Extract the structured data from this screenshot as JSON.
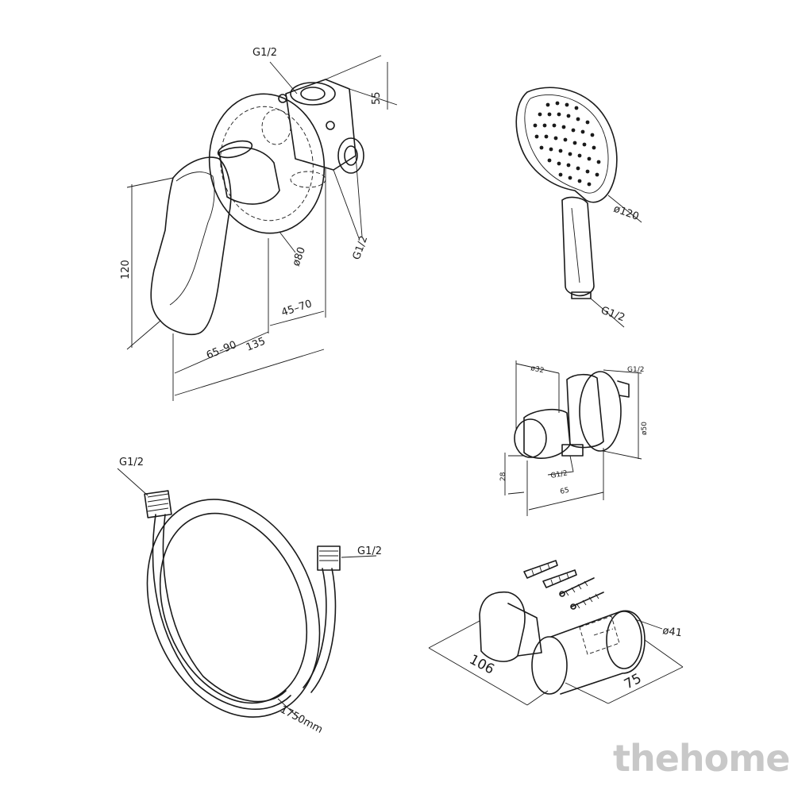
{
  "mixer": {
    "inlet_top": "G1/2",
    "inlet_side": "G1/2",
    "dim_depth": "55",
    "dim_height": "120",
    "dim_flange": "ø80",
    "dim_body": "45–70",
    "dim_handle": "65–90",
    "dim_total": "135"
  },
  "hand_shower": {
    "diameter": "ø120",
    "thread": "G1/2"
  },
  "wall_outlet": {
    "thread_top": "G1/2",
    "thread_bottom": "G1/2",
    "dim_d32": "ø32",
    "dim_d50": "ø50",
    "dim_28": "28",
    "dim_65": "65"
  },
  "hose": {
    "thread_left": "G1/2",
    "thread_right": "G1/2",
    "length": "1750mm"
  },
  "holder": {
    "diameter": "ø41",
    "dim_106": "106",
    "dim_75": "75"
  },
  "watermark": "thehome"
}
